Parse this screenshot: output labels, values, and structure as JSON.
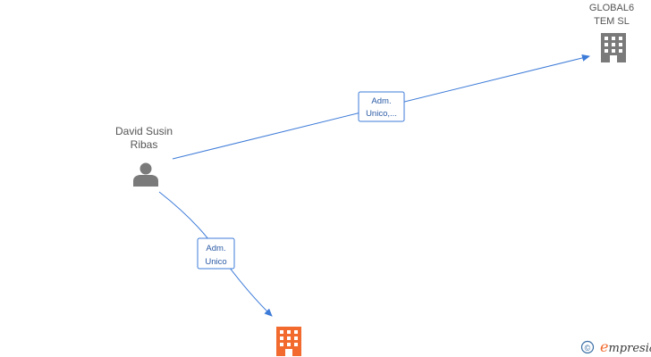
{
  "nodes": {
    "person": {
      "name_line1": "David Susin",
      "name_line2": "Ribas",
      "icon": "person-icon",
      "color": "#7a7a7a"
    },
    "company_global6": {
      "name_line1": "GLOBAL6",
      "name_line2": "TEM  SL",
      "icon": "building-icon",
      "color": "#7a7a7a"
    },
    "company_main": {
      "icon": "building-icon",
      "color": "#f26a2e"
    }
  },
  "edges": {
    "to_global6": {
      "label_line1": "Adm.",
      "label_line2": "Unico,..."
    },
    "to_main": {
      "label_line1": "Adm.",
      "label_line2": "Unico"
    }
  },
  "colors": {
    "edge": "#3d7bd8",
    "label_border": "#3d7bd8",
    "label_text": "#2a5aa5",
    "brand_accent": "#f26a2e"
  },
  "branding": {
    "copyright_symbol": "©",
    "name_first": "e",
    "name_rest": "mpresia"
  }
}
